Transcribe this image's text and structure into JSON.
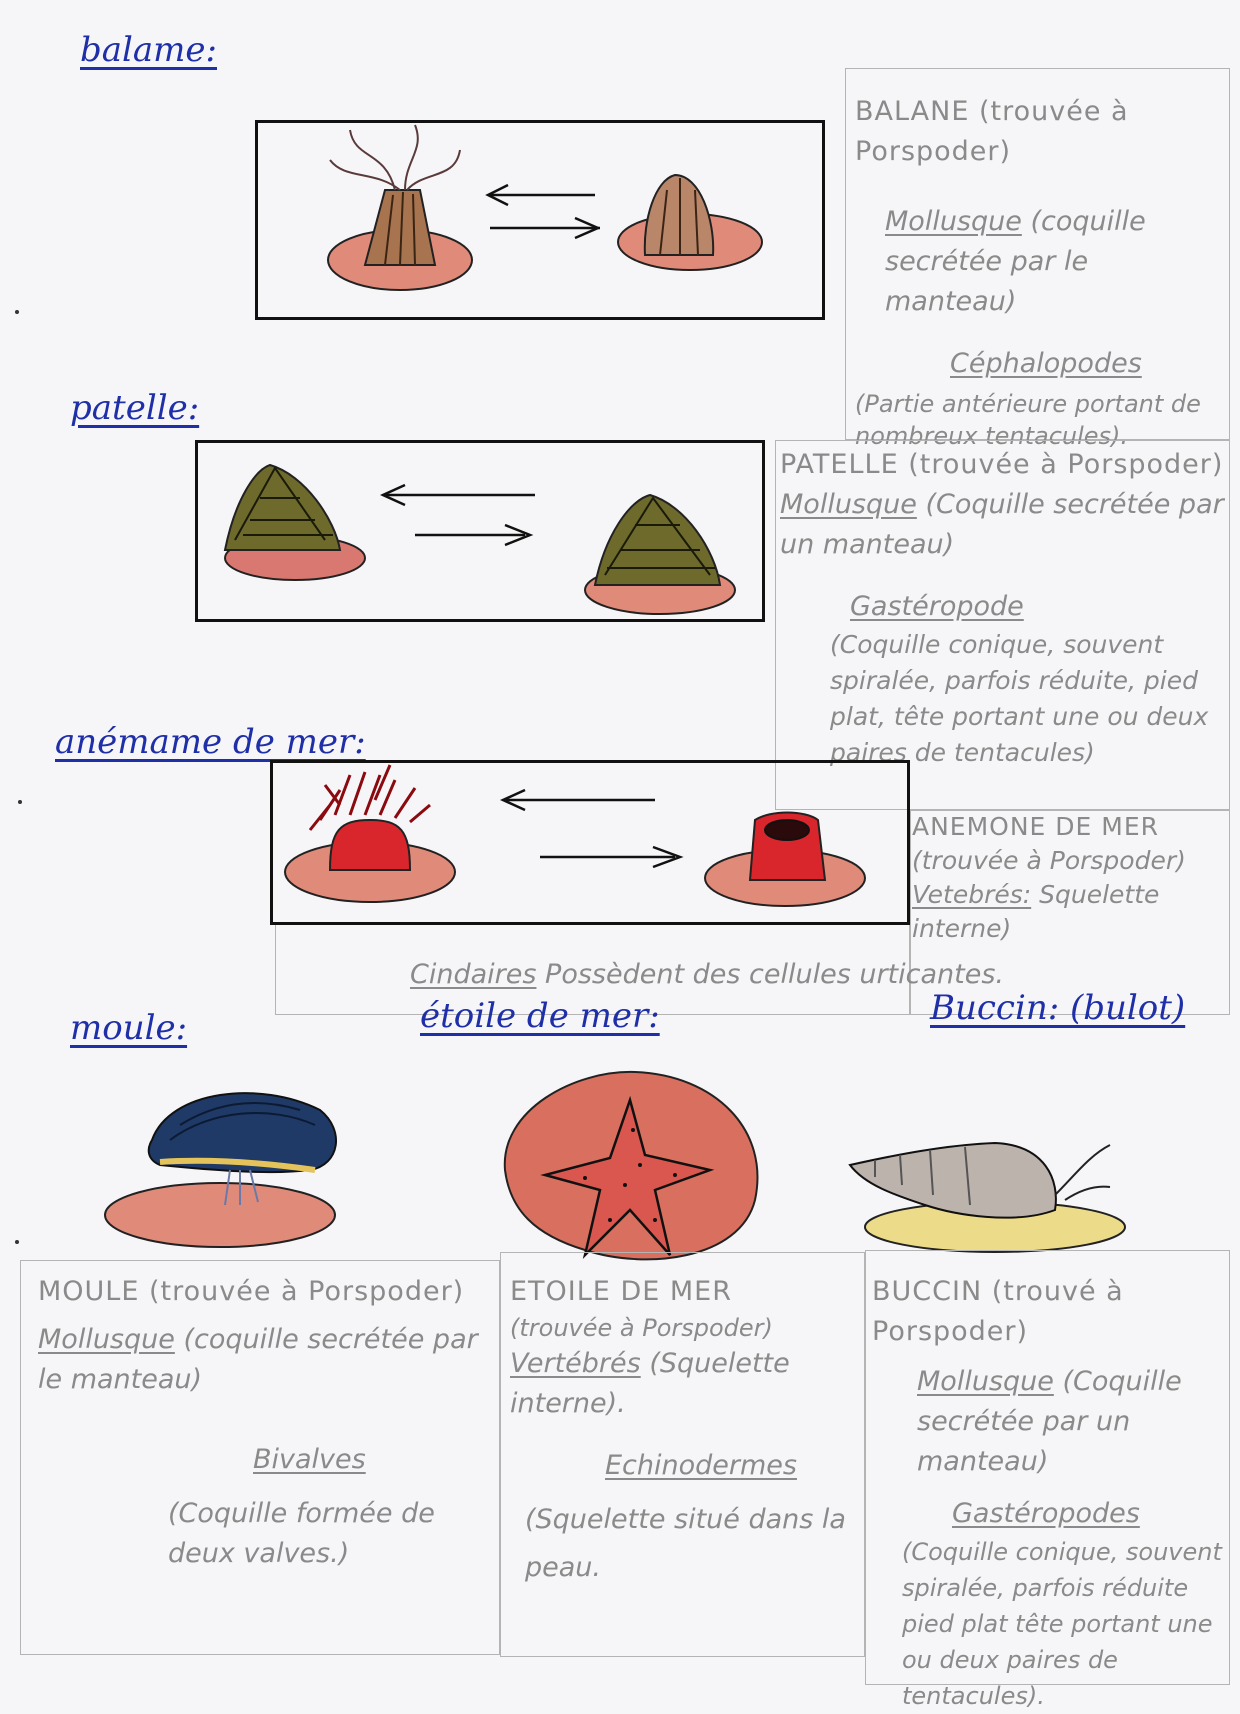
{
  "headings": {
    "balane": "balame:",
    "patelle": "patelle:",
    "anemone": "anémame de mer:",
    "moule": "moule:",
    "etoile": "étoile de mer:",
    "buccin": "Buccin: (bulot)"
  },
  "notes": {
    "balane": {
      "line1": "BALANE (trouvée à Porspoder)",
      "phylum": "Mollusque",
      "phylum_desc": "(coquille secrétée par le manteau)",
      "group": "Céphalopodes",
      "group_desc": "(Partie antérieure portant de nombreux tentacules)."
    },
    "patelle": {
      "line1": "PATELLE (trouvée à Porspoder)",
      "phylum": "Mollusque",
      "phylum_desc": "(Coquille secrétée par un manteau)",
      "group": "Gastéropode",
      "group_desc": "(Coquille conique, souvent spiralée, parfois réduite, pied plat, tête portant une ou deux paires de tentacules)"
    },
    "anemone": {
      "line1": "ANEMONE DE MER",
      "line2": "(trouvée à Porspoder)",
      "phylum": "Vetebrés:",
      "phylum_desc": "Squelette interne)",
      "group": "Cindaires",
      "group_desc": "Possèdent des cellules urticantes."
    },
    "moule": {
      "line1": "MOULE (trouvée à Porspoder)",
      "phylum": "Mollusque",
      "phylum_desc": "(coquille secrétée par le manteau)",
      "group": "Bivalves",
      "group_desc": "(Coquille formée de deux valves.)"
    },
    "etoile": {
      "line1": "ETOILE DE MER",
      "line2": "(trouvée à Porspoder)",
      "phylum": "Vertébrés",
      "phylum_desc": "(Squelette interne).",
      "group": "Echinodermes",
      "group_desc": "(Squelette situé dans la peau."
    },
    "buccin": {
      "line1": "BUCCIN (trouvé à Porspoder)",
      "phylum": "Mollusque",
      "phylum_desc": "(Coquille secrétée par un manteau)",
      "group": "Gastéropodes",
      "group_desc": "(Coquille conique, souvent spiralée, parfois réduite pied plat tête portant une ou deux paires de tentacules)."
    }
  },
  "colors": {
    "ink_heading": "#1e2fa8",
    "pencil": "#8a8a8a",
    "rock": "#e08a7a",
    "barnacle": "#a8734f",
    "limpet": "#6d6a2c",
    "anemone": "#d8262c",
    "mussel": "#1f3a66",
    "starfish": "#d9574e",
    "whelk": "#bdb3ad"
  }
}
